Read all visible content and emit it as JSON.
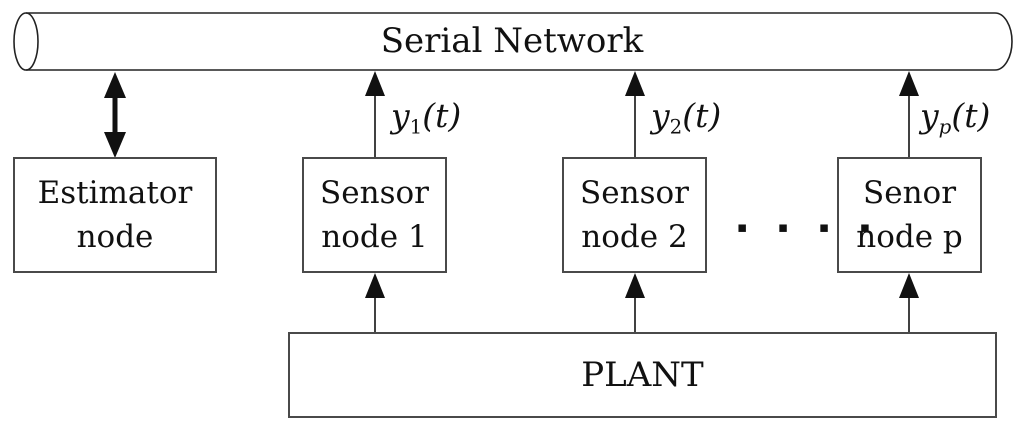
{
  "network": {
    "label": "Serial Network"
  },
  "nodes": {
    "estimator": {
      "line1": "Estimator",
      "line2": "node"
    },
    "sensor1": {
      "line1": "Sensor",
      "line2": "node 1"
    },
    "sensor2": {
      "line1": "Sensor",
      "line2": "node 2"
    },
    "sensorp": {
      "line1": "Senor",
      "line2": "node p"
    }
  },
  "plant": {
    "label": "PLANT"
  },
  "signals": {
    "y1": {
      "base": "y",
      "sub": "1",
      "rest": "(t)"
    },
    "y2": {
      "base": "y",
      "sub": "2",
      "rest": "(t)"
    },
    "yp": {
      "base": "y",
      "sub": "p",
      "rest": "(t)"
    }
  },
  "ellipsis": "▪ ▪ ▪ ▪",
  "colors": {
    "line": "#111111",
    "box_border": "#4a4a4a",
    "background": "#ffffff",
    "text": "#111111"
  }
}
